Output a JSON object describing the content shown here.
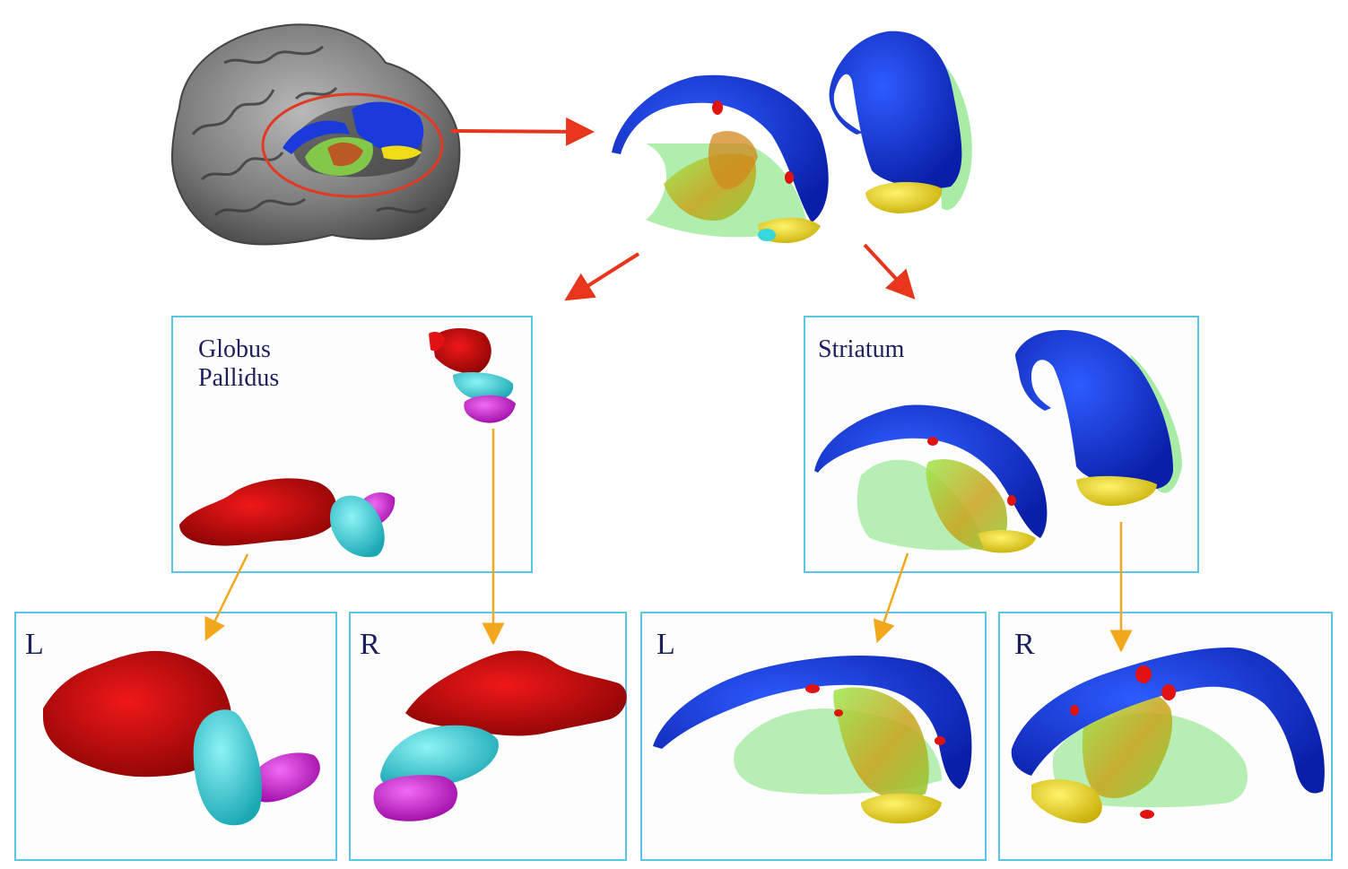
{
  "panels": {
    "globus_pallidus": {
      "title_line1": "Globus",
      "title_line2": "Pallidus"
    },
    "striatum": {
      "title": "Striatum"
    },
    "gp_left": {
      "side": "L"
    },
    "gp_right": {
      "side": "R"
    },
    "str_left": {
      "side": "L"
    },
    "str_right": {
      "side": "R"
    }
  },
  "colors": {
    "panel_border": "#59c6e6",
    "main_arrow": "#e8361c",
    "sub_arrow": "#f2a81d",
    "caudate": "#0a2fd6",
    "putamen_green": "#6fe06a",
    "globus_red": "#c40a0a",
    "cyan_structure": "#37d6dc",
    "magenta_structure": "#d31ed8",
    "yellow_structure": "#f0dc16",
    "circle": "#e03a24",
    "brain_gray": "#7a7a7a"
  }
}
